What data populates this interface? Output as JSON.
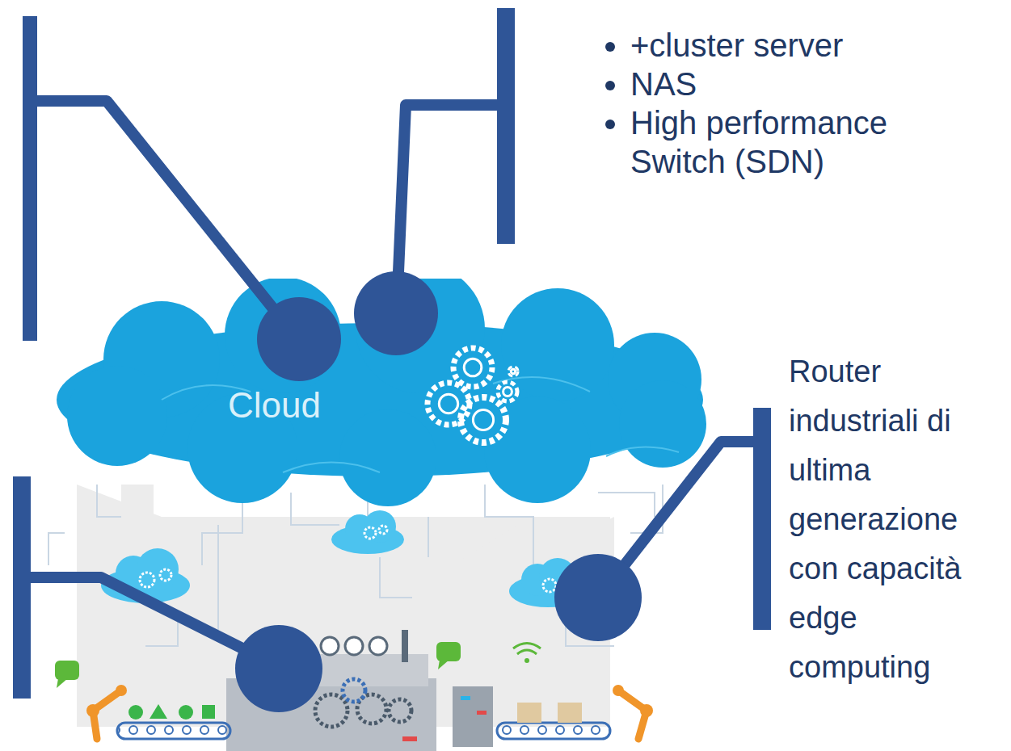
{
  "diagram": {
    "nodes": [
      {
        "text": [
          "Cloud"
        ]
      }
    ],
    "labels": [
      "+cluster server",
      "NAS",
      "High performance Switch (SDN)",
      "Router industriali di ultima generazione con capacità edge computing"
    ]
  }
}
